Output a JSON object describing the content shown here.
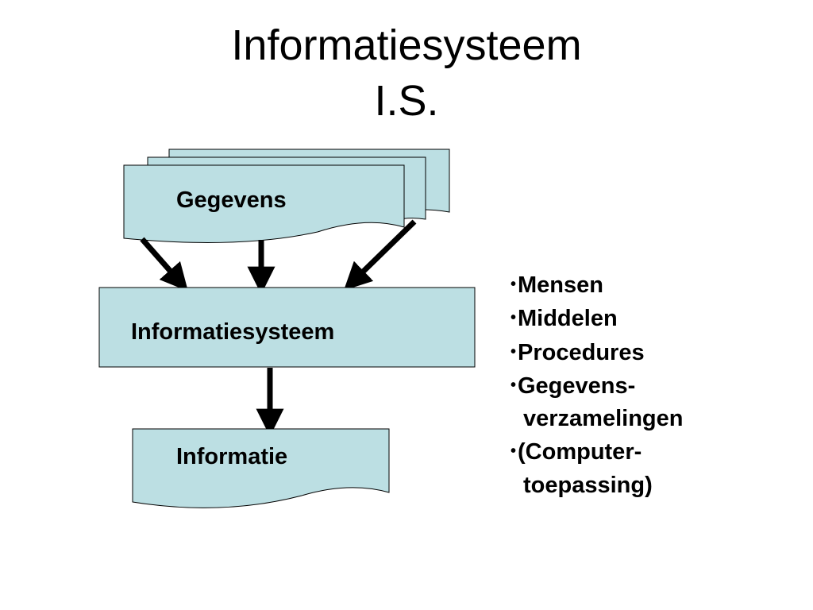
{
  "title": {
    "line1": "Informatiesysteem",
    "line2": "I.S."
  },
  "diagram": {
    "source_label": "Gegevens",
    "system_label": "Informatiesysteem",
    "output_label": "Informatie"
  },
  "components": [
    {
      "line1": "Mensen",
      "line2": ""
    },
    {
      "line1": "Middelen",
      "line2": ""
    },
    {
      "line1": "Procedures",
      "line2": ""
    },
    {
      "line1": "Gegevens-",
      "line2": "verzamelingen"
    },
    {
      "line1": "(Computer-",
      "line2": "toepassing)"
    }
  ],
  "bullet_char": "•",
  "colors": {
    "box_fill": "#bcdfe3",
    "stroke": "#000000"
  }
}
